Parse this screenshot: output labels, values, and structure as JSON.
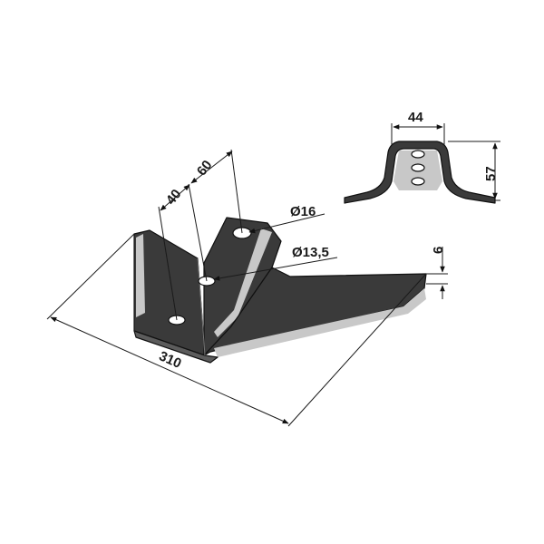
{
  "drawing": {
    "dimensions": {
      "length_total": "310",
      "hole_spacing_1": "40",
      "hole_spacing_2": "60",
      "hole_large_diameter": "Ø16",
      "hole_small_diameter": "Ø13,5",
      "thickness": "6",
      "profile_width": "44",
      "profile_height": "57"
    }
  }
}
